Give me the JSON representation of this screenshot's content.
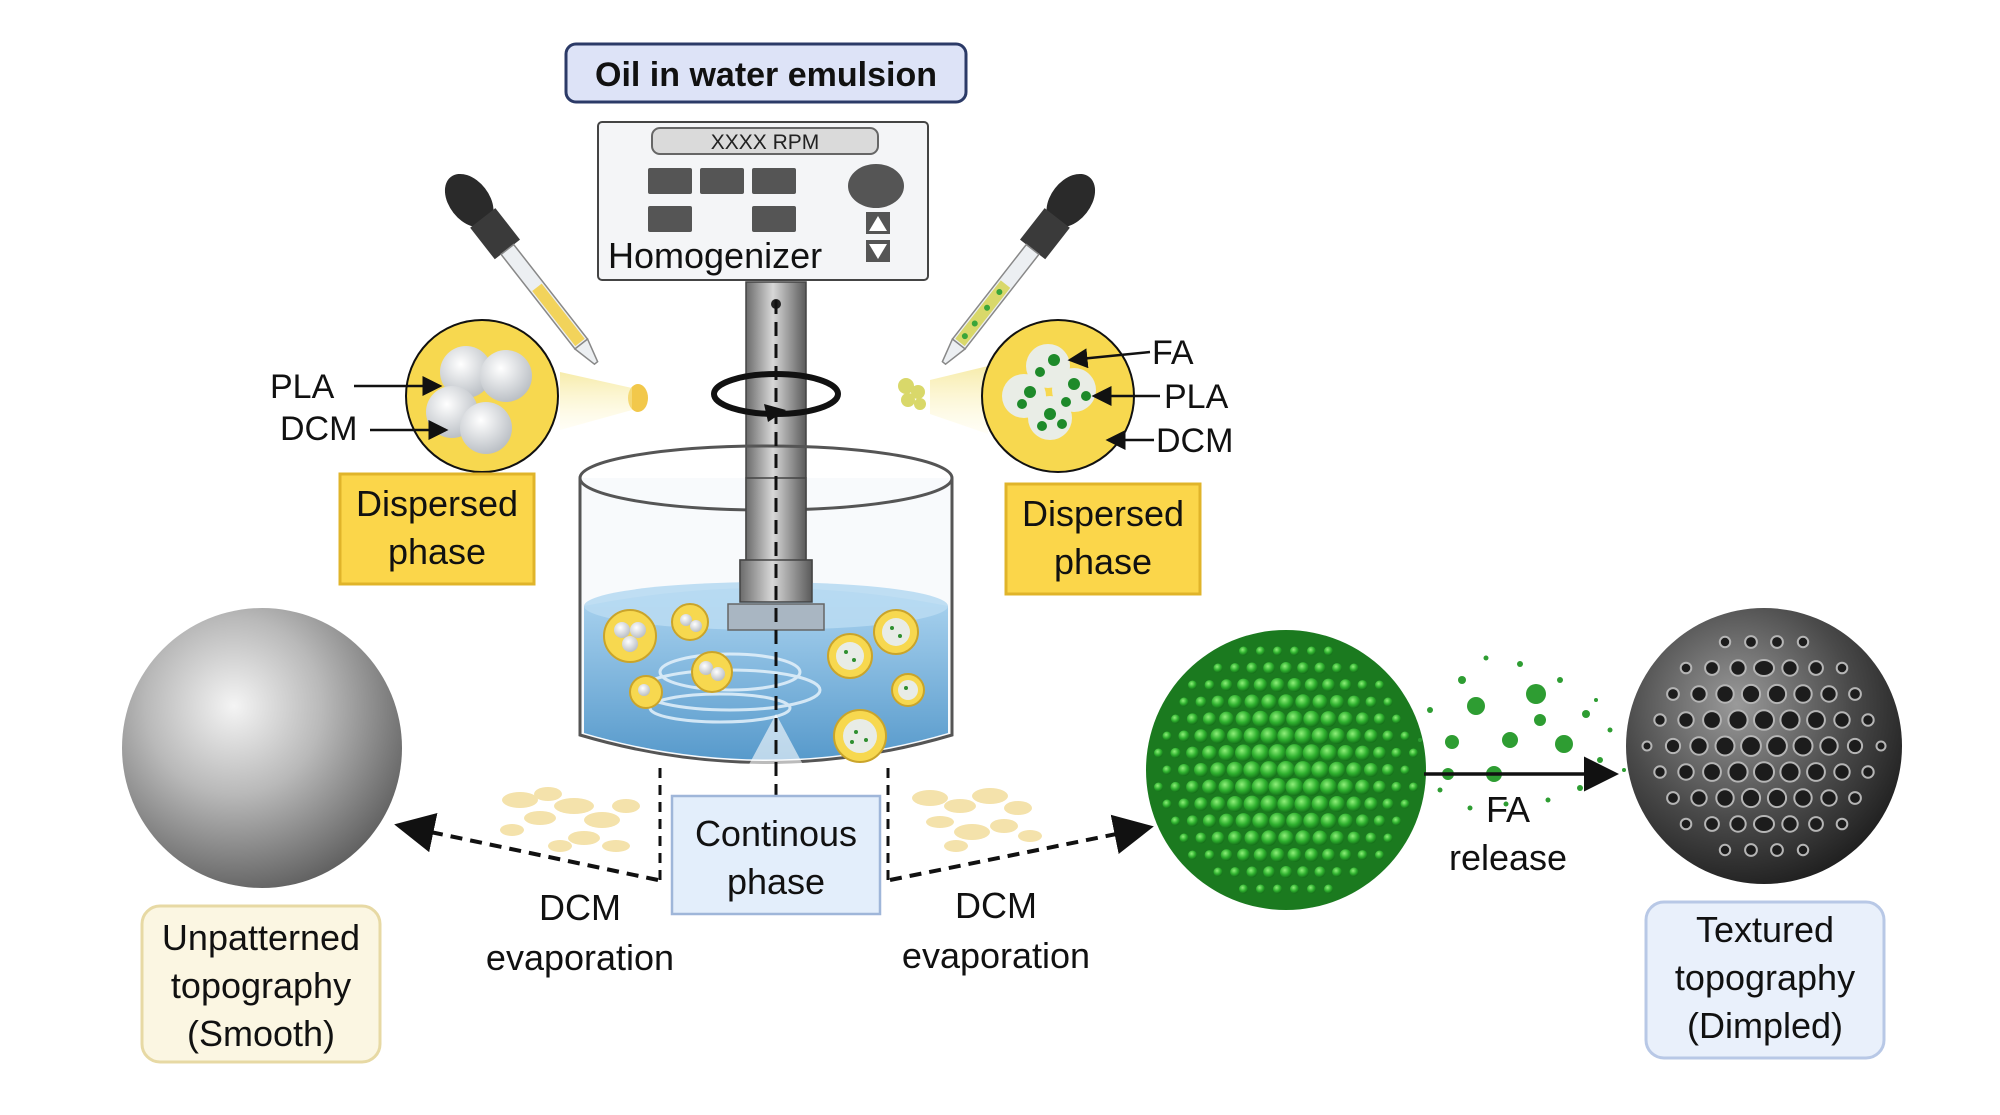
{
  "title": "Oil in water emulsion",
  "homogenizer": {
    "display": "XXXX RPM",
    "label": "Homogenizer",
    "up_icon": "triangle-up",
    "down_icon": "triangle-down"
  },
  "left_droplet": {
    "label_1": "PLA",
    "label_2": "DCM",
    "phase_line1": "Dispersed",
    "phase_line2": "phase"
  },
  "right_droplet": {
    "label_1": "FA",
    "label_2": "PLA",
    "label_3": "DCM",
    "phase_line1": "Dispersed",
    "phase_line2": "phase"
  },
  "continuous": {
    "line1": "Continous",
    "line2": "phase"
  },
  "evaporation_left": {
    "line1": "DCM",
    "line2": "evaporation"
  },
  "evaporation_right": {
    "line1": "DCM",
    "line2": "evaporation"
  },
  "release": {
    "line1": "FA",
    "line2": "release"
  },
  "smooth": {
    "line1": "Unpatterned",
    "line2": "topography",
    "line3": "(Smooth)"
  },
  "textured": {
    "line1": "Textured",
    "line2": "topography",
    "line3": "(Dimpled)"
  },
  "colors": {
    "title_box_fill": "#dde3f7",
    "title_box_stroke": "#2b3a67",
    "phase_box_fill": "#fbd64a",
    "phase_box_stroke": "#e0b42a",
    "droplet_fill": "#f7d84f",
    "water": "#7fb8e0",
    "green": "#2fb12f",
    "dark_sphere": "#3a3a3a"
  }
}
